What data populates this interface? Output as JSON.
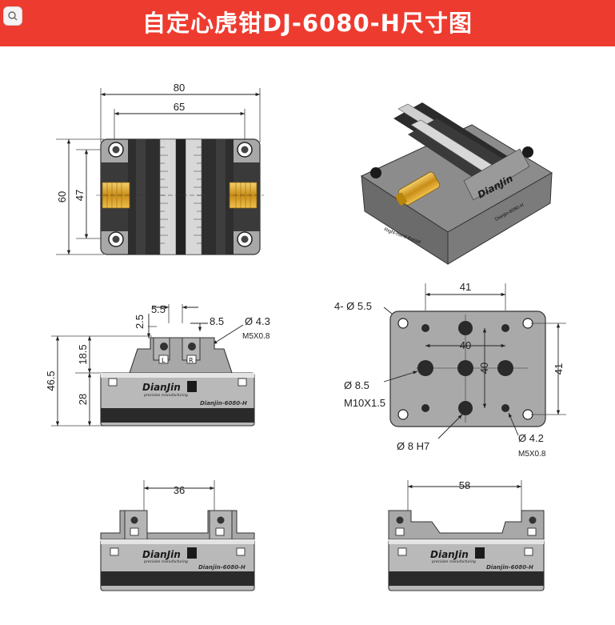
{
  "title": "自定心虎钳DJ-6080-H尺寸图",
  "top_view": {
    "dim_width_outer": "80",
    "dim_width_inner": "65",
    "dim_height_outer": "60",
    "dim_height_inner": "47"
  },
  "side_view": {
    "dim_jaw_gap": "5.5",
    "dim_jaw_offset": "8.5",
    "dim_step": "2.5",
    "dim_jaw_height": "18.5",
    "dim_total_height": "46.5",
    "dim_body_height": "28",
    "hole_diameter": "Ø 4.3",
    "hole_thread": "M5X0.8"
  },
  "bottom_view": {
    "corner_holes": "4- Ø 5.5",
    "dim_top_width": "41",
    "dim_inner_width": "40",
    "dim_inner_height": "40",
    "dim_right_height": "41",
    "center_hole": "Ø 8.5",
    "center_thread": "M10X1.5",
    "pin_hole": "Ø 8 H7",
    "small_hole": "Ø 4.2",
    "small_thread": "M5X0.8"
  },
  "jaw_min": {
    "dim": "36"
  },
  "jaw_max": {
    "dim": "58"
  },
  "logo": {
    "brand": "DianJin",
    "tagline": "precision manufacturing",
    "model": "Dianjin-6080-H",
    "marker_left": "L",
    "marker_right": "R"
  },
  "colors": {
    "banner": "#ee3b2f",
    "body": "#a9a9a9",
    "dark": "#2a2a2a",
    "brass": "#d9a32a"
  }
}
